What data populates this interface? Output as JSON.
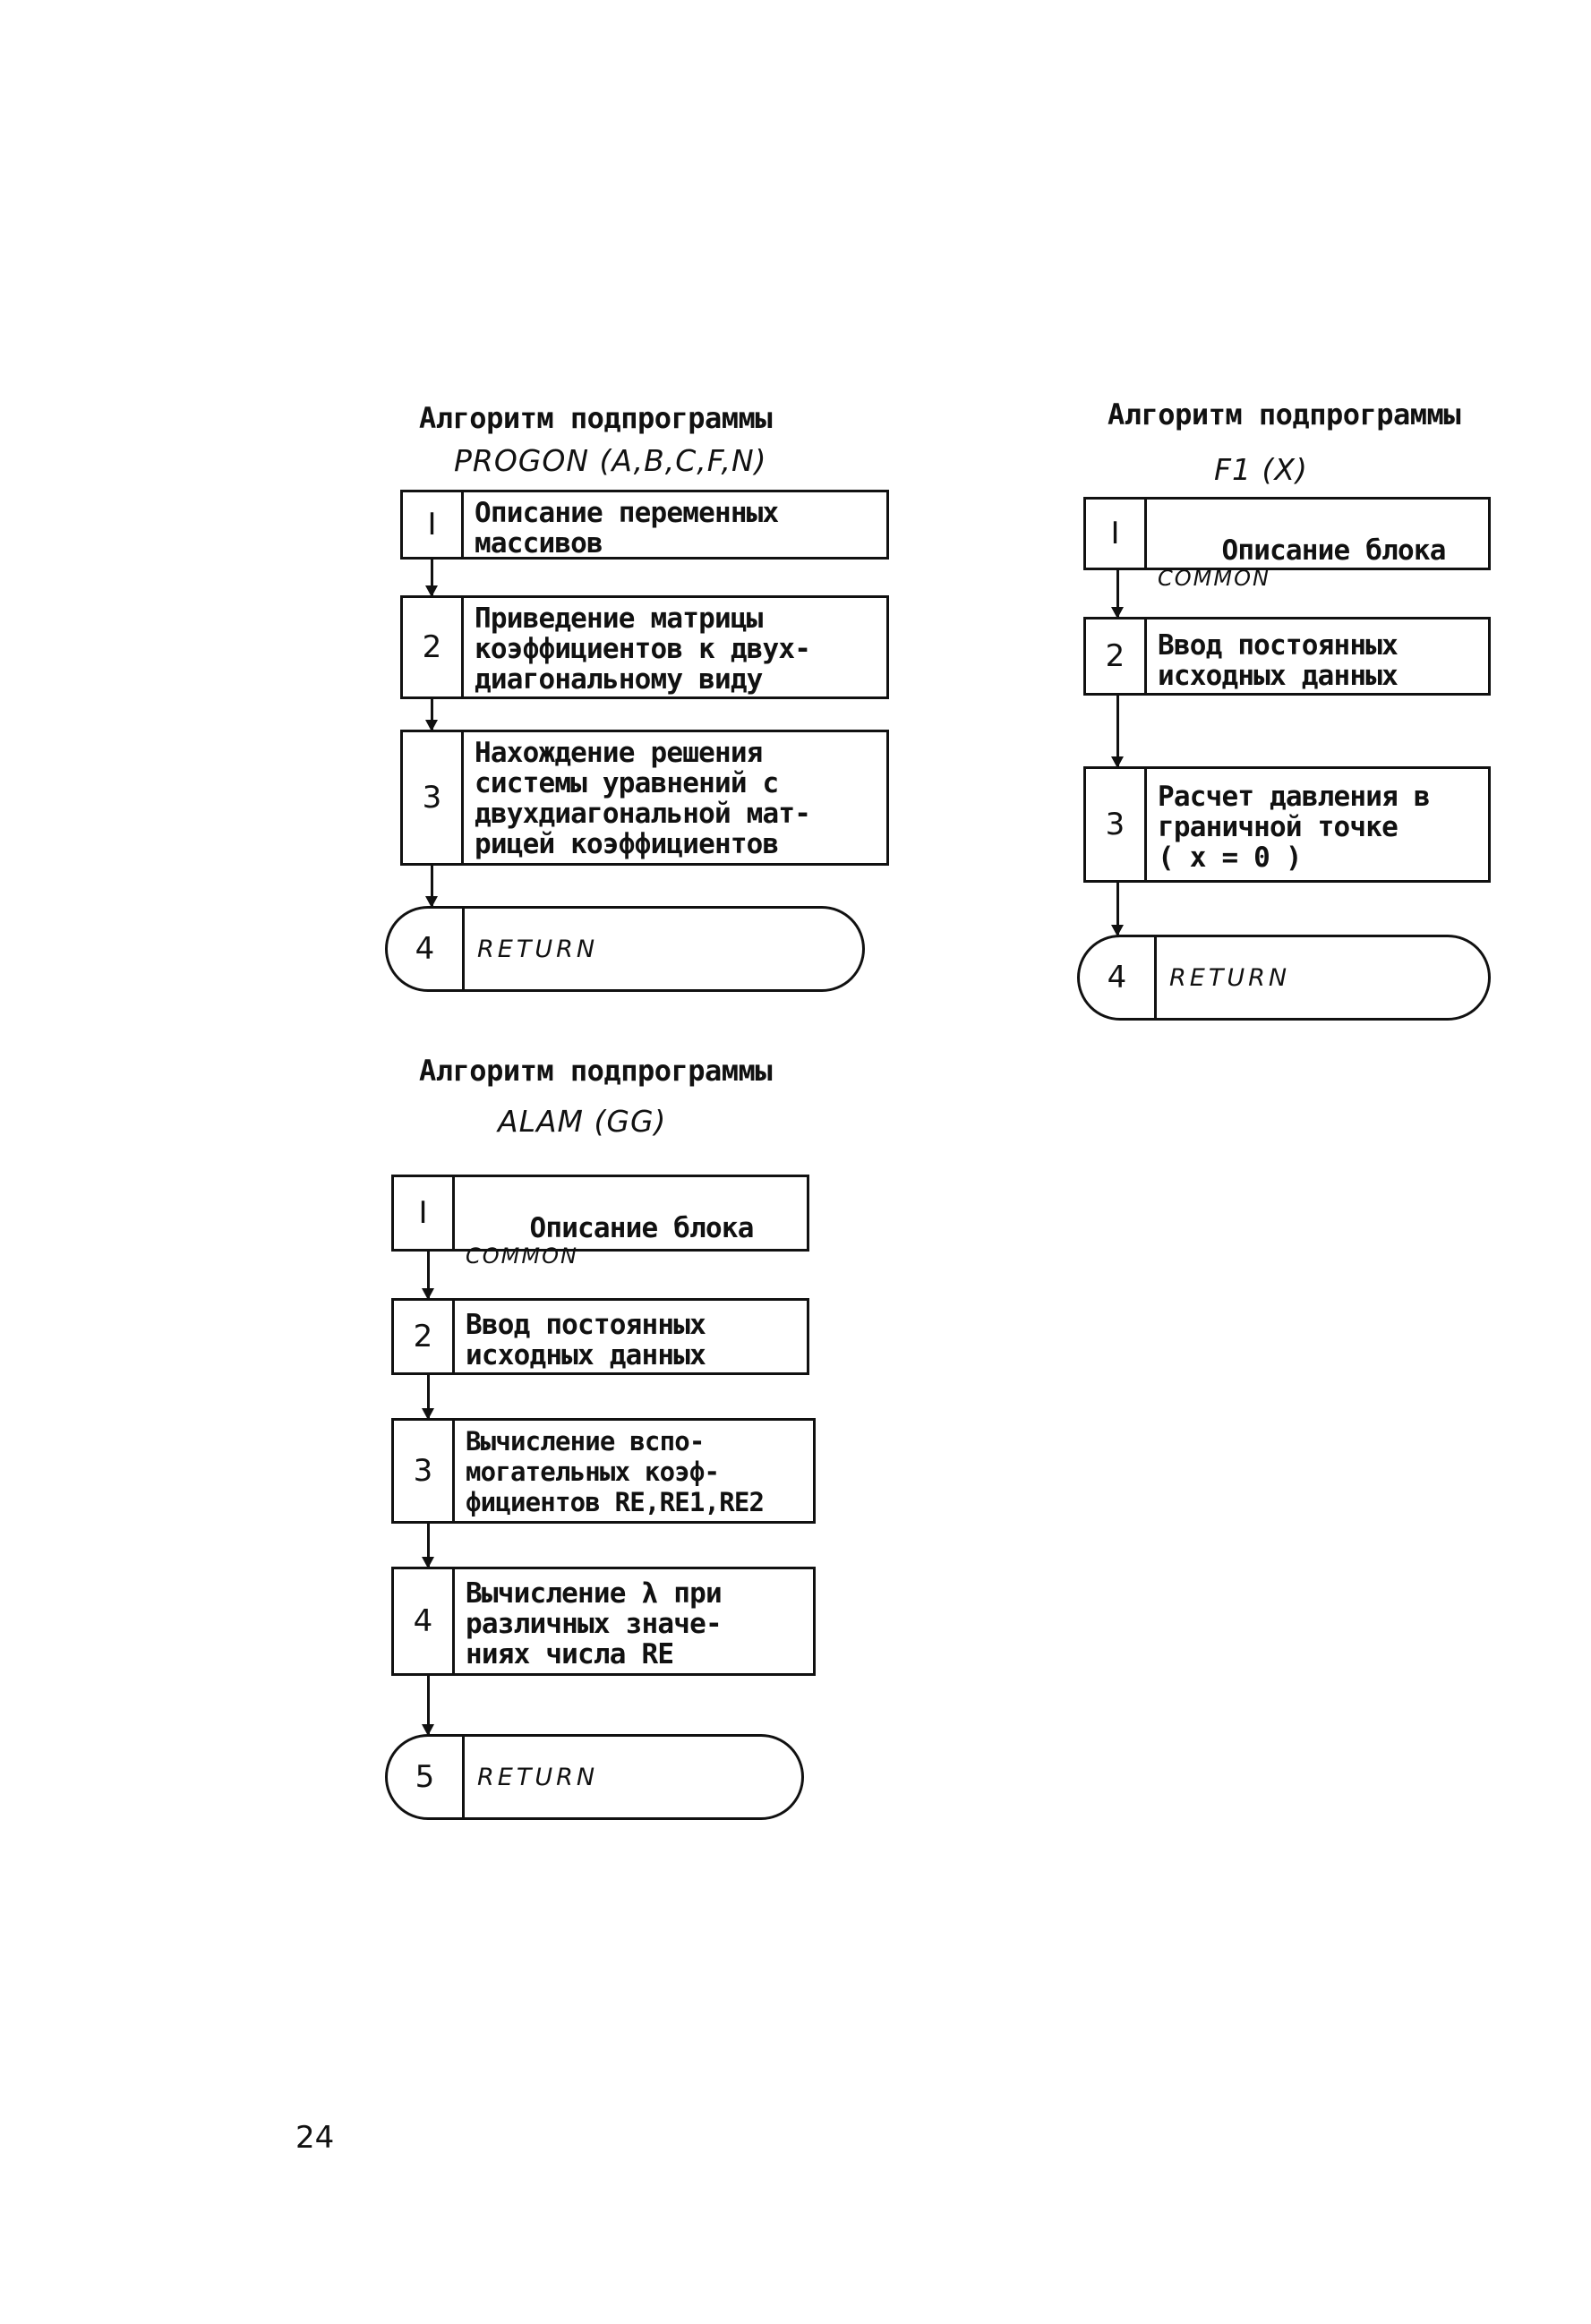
{
  "progon": {
    "title": "Алгоритм подпрограммы",
    "signature": "PROGON (A,B,C,F,N)",
    "blocks": [
      {
        "num": "I",
        "text": "Описание переменных\nмассивов"
      },
      {
        "num": "2",
        "text": "Приведение матрицы\nкоэффициентов к двух-\nдиагональному виду"
      },
      {
        "num": "3",
        "text": "Нахождение решения\nсистемы уравнений с\nдвухдиагональной мат-\nрицей коэффициентов"
      }
    ],
    "terminal": {
      "num": "4",
      "text": "RETURN"
    }
  },
  "f1": {
    "title": "Алгоритм подпрограммы",
    "signature": "F1 (X)",
    "blocks": [
      {
        "num": "I",
        "text": "Описание блока",
        "sub": "COMMON"
      },
      {
        "num": "2",
        "text": "Ввод постоянных\nисходных данных"
      },
      {
        "num": "3",
        "text": "Расчет давления в\nграничной точке\n( x = 0 )"
      }
    ],
    "terminal": {
      "num": "4",
      "text": "RETURN"
    }
  },
  "alam": {
    "title": "Алгоритм подпрограммы",
    "signature": "ALAM (GG)",
    "blocks": [
      {
        "num": "I",
        "text": "Описание блока",
        "sub": "COMMON"
      },
      {
        "num": "2",
        "text": "Ввод постоянных\nисходных данных"
      },
      {
        "num": "3",
        "text": "Вычисление вспо-\nмогательных коэф-\nфициентов RE,RE1,RE2"
      },
      {
        "num": "4",
        "text": "Вычисление λ при\nразличных значе-\nниях числа RE"
      }
    ],
    "terminal": {
      "num": "5",
      "text": "RETURN"
    }
  },
  "page_number": "24"
}
